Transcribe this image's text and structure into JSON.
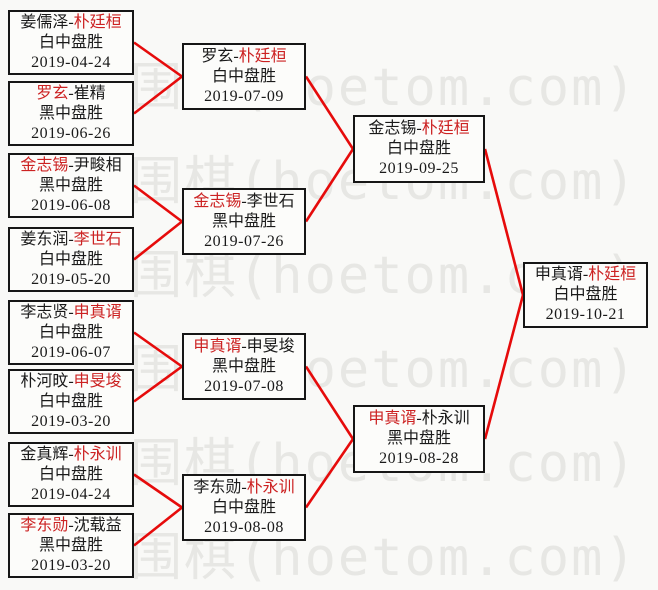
{
  "colors": {
    "background": "#f9f9f7",
    "box-bg": "#fcfcfa",
    "border-black": "#161616",
    "winner-red": "#cc2222",
    "line-red": "#e60b0b",
    "watermark-gray": "#e7e7e4"
  },
  "ui": {
    "separator": "-"
  },
  "watermark": {
    "text": "围棋(hoetom.com)"
  },
  "matches": {
    "r1m1": {
      "p1": "姜儒泽",
      "p2": "朴廷桓",
      "winner": "p2",
      "result": "白中盘胜",
      "date": "2019-04-24"
    },
    "r1m2": {
      "p1": "罗玄",
      "p2": "崔精",
      "winner": "p1",
      "result": "黑中盘胜",
      "date": "2019-06-26"
    },
    "r1m3": {
      "p1": "金志锡",
      "p2": "尹畯相",
      "winner": "p1",
      "result": "黑中盘胜",
      "date": "2019-06-08"
    },
    "r1m4": {
      "p1": "姜东润",
      "p2": "李世石",
      "winner": "p2",
      "result": "白中盘胜",
      "date": "2019-05-20"
    },
    "r1m5": {
      "p1": "李志贤",
      "p2": "申真谞",
      "winner": "p2",
      "result": "白中盘胜",
      "date": "2019-06-07"
    },
    "r1m6": {
      "p1": "朴河旼",
      "p2": "申旻埈",
      "winner": "p2",
      "result": "白中盘胜",
      "date": "2019-03-20"
    },
    "r1m7": {
      "p1": "金真辉",
      "p2": "朴永训",
      "winner": "p2",
      "result": "白中盘胜",
      "date": "2019-04-24"
    },
    "r1m8": {
      "p1": "李东勋",
      "p2": "沈载益",
      "winner": "p1",
      "result": "黑中盘胜",
      "date": "2019-03-20"
    },
    "r2m1": {
      "p1": "罗玄",
      "p2": "朴廷桓",
      "winner": "p2",
      "result": "白中盘胜",
      "date": "2019-07-09"
    },
    "r2m2": {
      "p1": "金志锡",
      "p2": "李世石",
      "winner": "p1",
      "result": "黑中盘胜",
      "date": "2019-07-26"
    },
    "r2m3": {
      "p1": "申真谞",
      "p2": "申旻埈",
      "winner": "p1",
      "result": "黑中盘胜",
      "date": "2019-07-08"
    },
    "r2m4": {
      "p1": "李东勋",
      "p2": "朴永训",
      "winner": "p2",
      "result": "白中盘胜",
      "date": "2019-08-08"
    },
    "sf1": {
      "p1": "金志锡",
      "p2": "朴廷桓",
      "winner": "p2",
      "result": "白中盘胜",
      "date": "2019-09-25"
    },
    "sf2": {
      "p1": "申真谞",
      "p2": "朴永训",
      "winner": "p1",
      "result": "黑中盘胜",
      "date": "2019-08-28"
    },
    "final": {
      "p1": "申真谞",
      "p2": "朴廷桓",
      "winner": "p2",
      "result": "白中盘胜",
      "date": "2019-10-21"
    }
  }
}
